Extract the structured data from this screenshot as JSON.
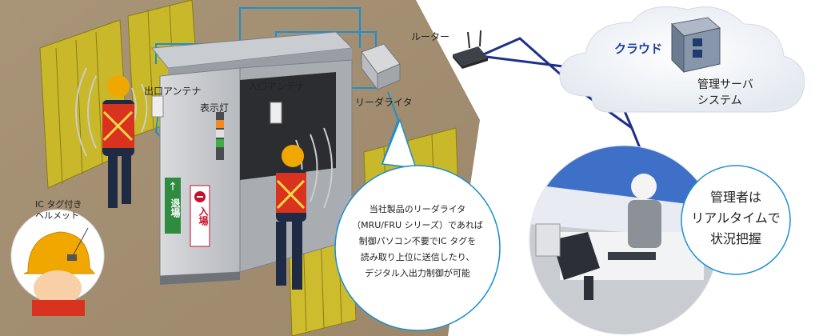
{
  "labels": {
    "router": "ルーター",
    "cloud": "クラウド",
    "server_line1": "管理サーバ",
    "server_line2": "システム",
    "exit_antenna": "出口アンテナ",
    "indicator_light": "表示灯",
    "entry_antenna": "入口アンテナ",
    "reader_writer": "リーダライタ",
    "helmet_line1": "IC タグ付き",
    "helmet_line2": "ヘルメット",
    "sign_exit": "退場",
    "sign_entry": "入場"
  },
  "callout": {
    "line1": "当社製品のリーダライタ",
    "line2": "（MRU/FRU シリーズ）であれば",
    "line3": "制御パソコン不要でIC タグを",
    "line4": "読み取り上位に送信したり、",
    "line5": "デジタル入出力制御が可能"
  },
  "manager": {
    "line1": "管理者は",
    "line2": "リアルタイムで",
    "line3": "状況把握"
  },
  "colors": {
    "cable": "#1d8fd0",
    "network_line": "#1d2f8c",
    "cloud_title": "#1e3f9a",
    "fence": "#c8b82a",
    "vest": "#d9331f",
    "helmet": "#f0a800",
    "exit_sign": "#2e8b3f",
    "entry_sign": "#c8102e"
  }
}
